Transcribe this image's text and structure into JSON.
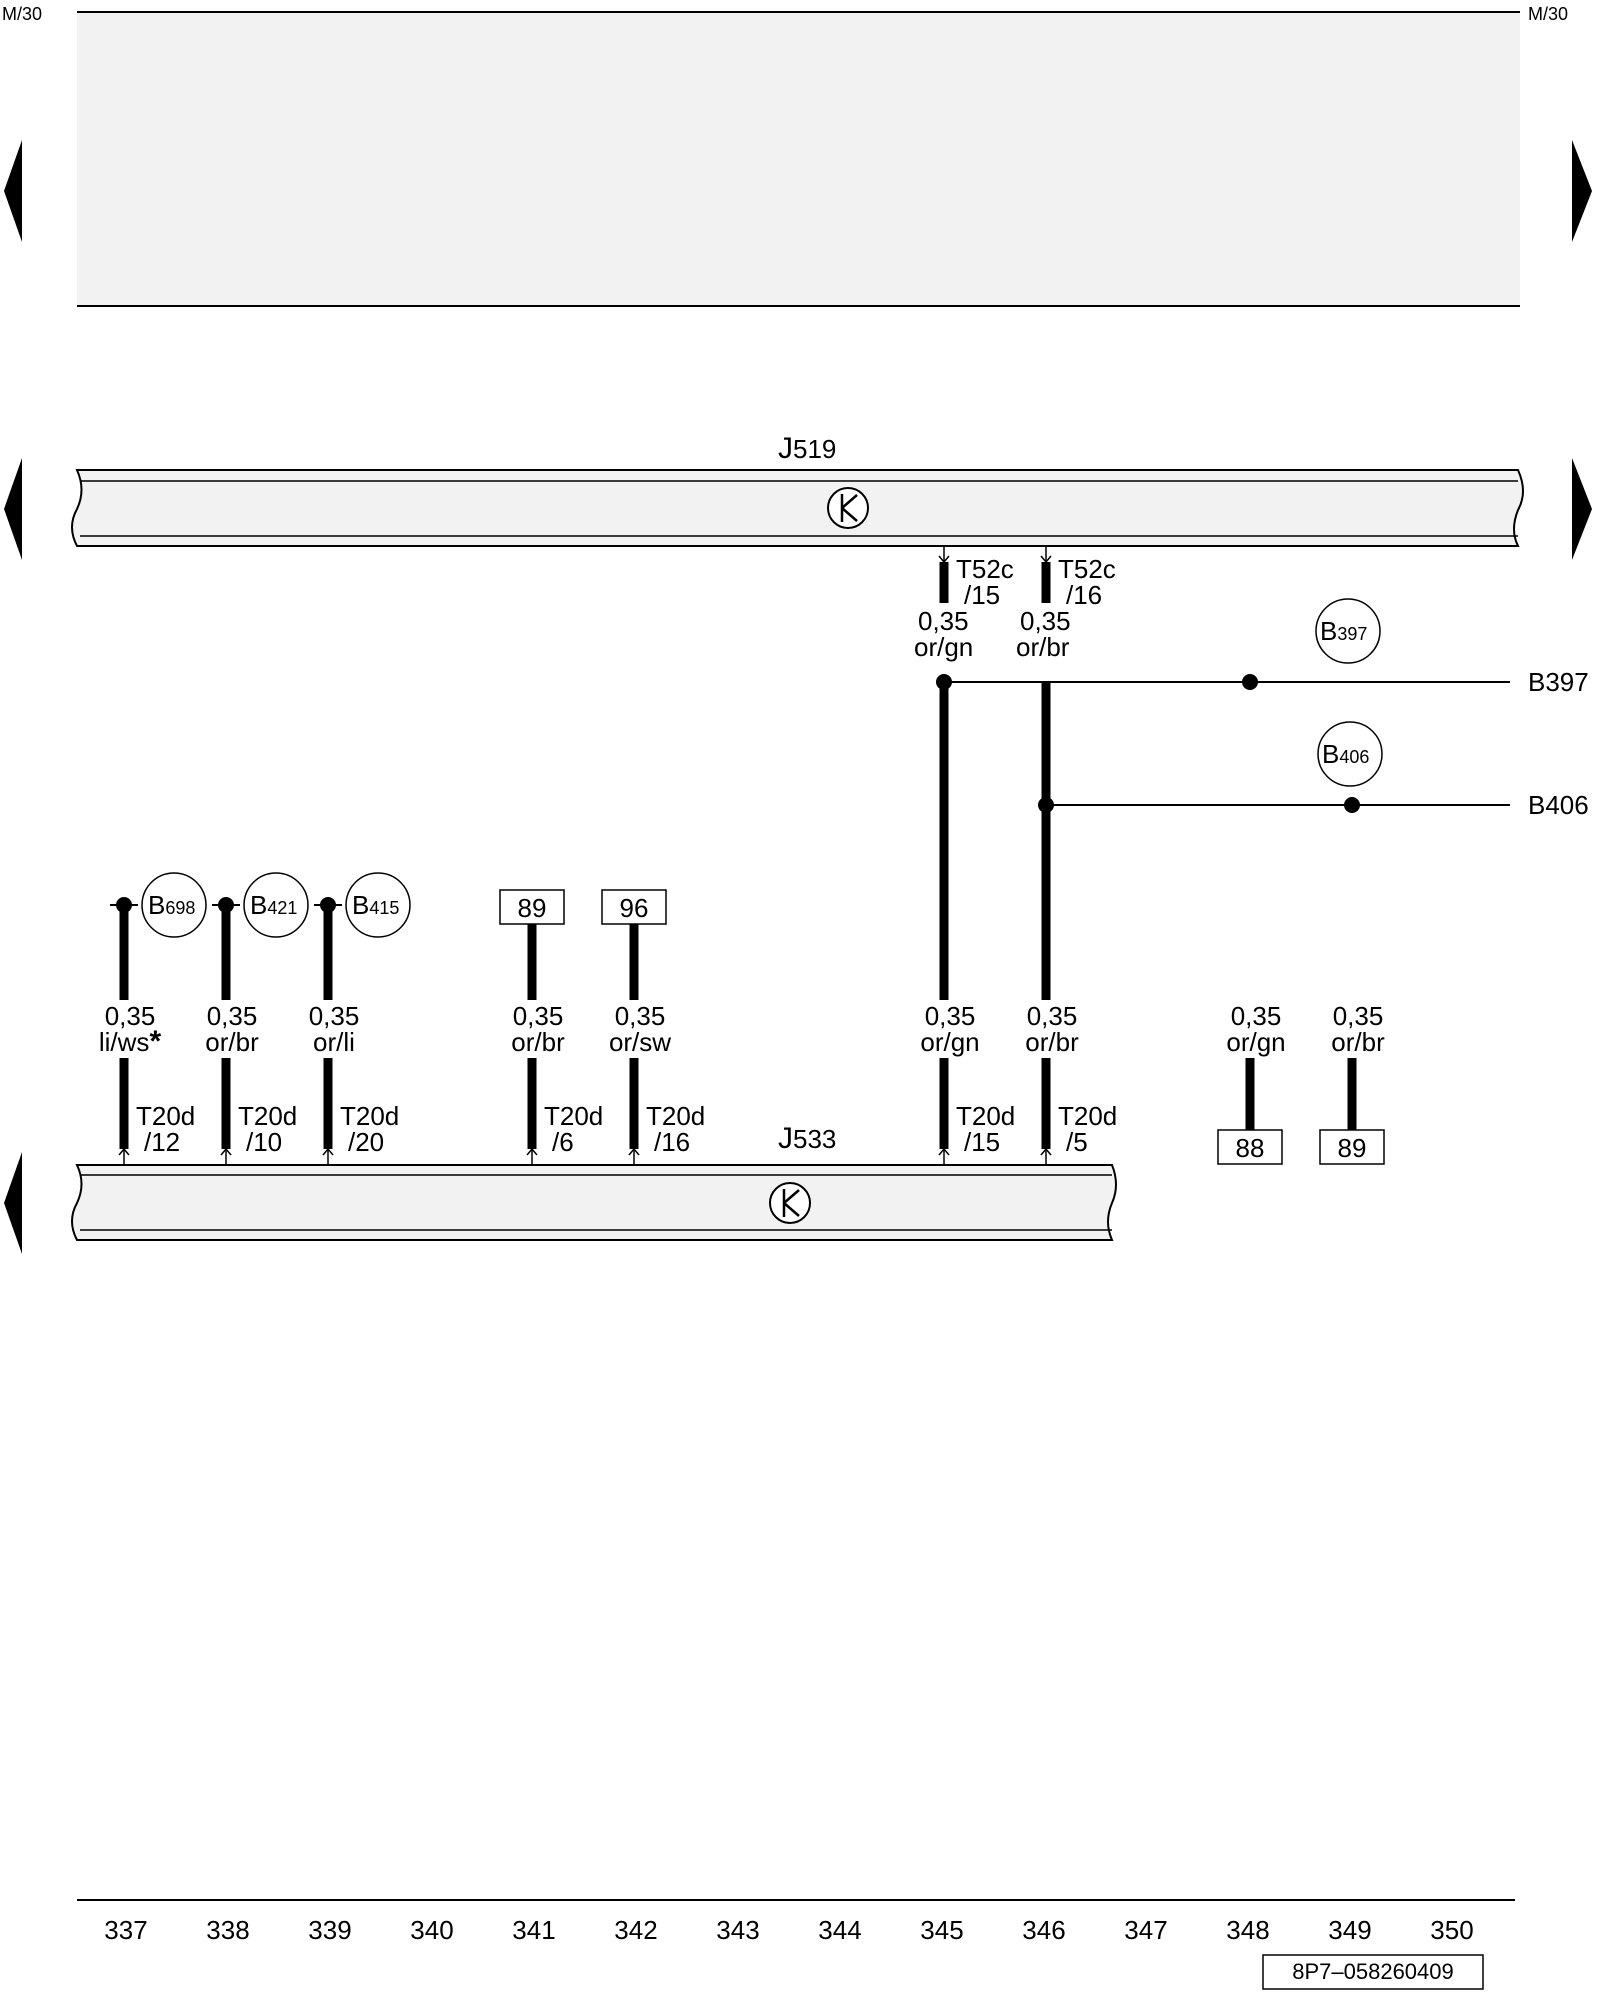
{
  "page": {
    "corner_left": "M/30",
    "corner_right": "M/30",
    "doc_id": "8P7–058260409"
  },
  "modules": {
    "j519": {
      "letter": "J",
      "num": "519"
    },
    "j533": {
      "letter": "J",
      "num": "533"
    }
  },
  "top_wires": [
    {
      "pin": "T52c",
      "pos": "/15",
      "size": "0,35",
      "color": "or/gn"
    },
    {
      "pin": "T52c",
      "pos": "/16",
      "size": "0,35",
      "color": "or/br"
    }
  ],
  "bottom_wires": [
    {
      "size": "0,35",
      "color": "li/ws",
      "star": "*",
      "pin": "T20d",
      "pos": "/12",
      "conn_letter": "B",
      "conn_num": "698"
    },
    {
      "size": "0,35",
      "color": "or/br",
      "star": "",
      "pin": "T20d",
      "pos": "/10",
      "conn_letter": "B",
      "conn_num": "421"
    },
    {
      "size": "0,35",
      "color": "or/li",
      "star": "",
      "pin": "T20d",
      "pos": "/20",
      "conn_letter": "B",
      "conn_num": "415"
    },
    {
      "size": "0,35",
      "color": "or/br",
      "star": "",
      "pin": "T20d",
      "pos": "/6",
      "ref": "89"
    },
    {
      "size": "0,35",
      "color": "or/sw",
      "star": "",
      "pin": "T20d",
      "pos": "/16",
      "ref": "96"
    },
    {
      "size": "0,35",
      "color": "or/gn",
      "star": "",
      "pin": "T20d",
      "pos": "/15"
    },
    {
      "size": "0,35",
      "color": "or/br",
      "star": "",
      "pin": "T20d",
      "pos": "/5"
    },
    {
      "size": "0,35",
      "color": "or/gn",
      "star": "",
      "ref_bottom": "88"
    },
    {
      "size": "0,35",
      "color": "or/br",
      "star": "",
      "ref_bottom": "89"
    }
  ],
  "connectors": {
    "b397": {
      "letter": "B",
      "num": "397",
      "side_label": "B397"
    },
    "b406": {
      "letter": "B",
      "num": "406",
      "side_label": "B406"
    }
  },
  "ruler": [
    "337",
    "338",
    "339",
    "340",
    "341",
    "342",
    "343",
    "344",
    "345",
    "346",
    "347",
    "348",
    "349",
    "350"
  ]
}
